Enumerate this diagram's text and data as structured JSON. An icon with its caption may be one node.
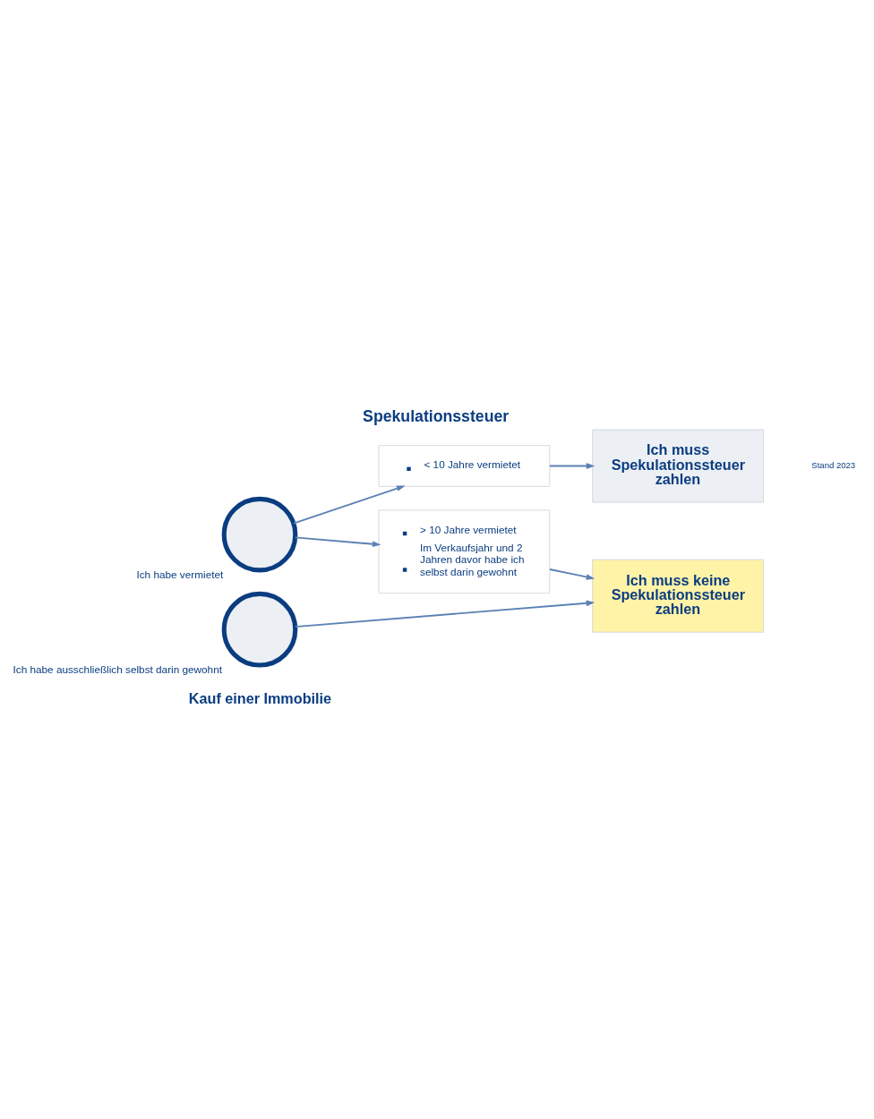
{
  "diagram": {
    "title": "Spekulationssteuer",
    "nodes": [
      {
        "text": [],
        "shape": "circle",
        "beside": [
          "Ich habe ausschließlich selbst darin gewohnt"
        ]
      },
      {
        "text": [
          "Ich muss keine Spekulationssteuer zahlen"
        ]
      },
      {
        "text": [],
        "shape": "circle",
        "beside": [
          "Ich habe vermietet"
        ]
      },
      {
        "text": [
          "> 10 Jahre vermietet",
          "Im Verkaufsjahr und 2 Jahren davor habe ich selbst darin gewohnt"
        ]
      },
      {
        "text": [
          "< 10 Jahre vermietet"
        ]
      },
      {
        "text": [
          "Ich muss Spekulationssteuer zahlen"
        ]
      }
    ],
    "edges": [
      {
        "from": 0,
        "to": 1,
        "arrow": "to"
      },
      {
        "from": 2,
        "to": 3,
        "arrow": "to"
      },
      {
        "from": 2,
        "to": 4,
        "arrow": "to"
      },
      {
        "from": 3,
        "to": 1,
        "arrow": "to"
      },
      {
        "from": 4,
        "to": 5,
        "arrow": "to"
      }
    ],
    "labels": [
      "Kauf einer Immobilie",
      "Stand 2023"
    ]
  }
}
